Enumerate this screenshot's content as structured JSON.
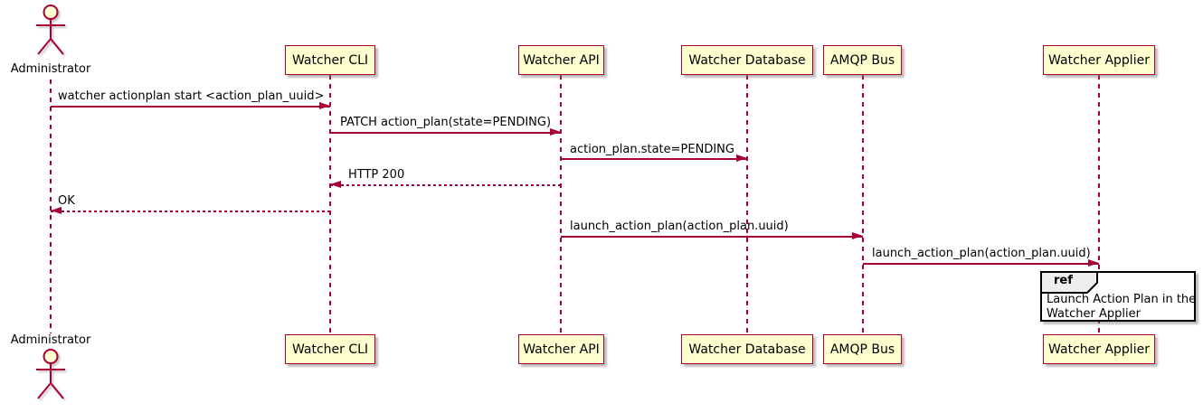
{
  "diagram": {
    "type": "sequence",
    "colors": {
      "participant_fill": "#FEFECE",
      "participant_border": "#A80036",
      "line": "#A80036",
      "text": "#000000",
      "ref_header_fill": "#EEEEEE",
      "ref_border": "#000000",
      "background": "#FFFFFF"
    },
    "actor": {
      "name": "Administrator"
    },
    "participants": [
      {
        "name": "Watcher CLI"
      },
      {
        "name": "Watcher API"
      },
      {
        "name": "Watcher Database"
      },
      {
        "name": "AMQP Bus"
      },
      {
        "name": "Watcher Applier"
      }
    ],
    "messages": [
      {
        "from": "Administrator",
        "to": "Watcher CLI",
        "label": "watcher actionplan start <action_plan_uuid>",
        "line": "solid"
      },
      {
        "from": "Watcher CLI",
        "to": "Watcher API",
        "label": "PATCH action_plan(state=PENDING)",
        "line": "solid"
      },
      {
        "from": "Watcher API",
        "to": "Watcher Database",
        "label": "action_plan.state=PENDING",
        "line": "solid"
      },
      {
        "from": "Watcher API",
        "to": "Watcher CLI",
        "label": "HTTP 200",
        "line": "dotted"
      },
      {
        "from": "Watcher CLI",
        "to": "Administrator",
        "label": "OK",
        "line": "dotted"
      },
      {
        "from": "Watcher API",
        "to": "AMQP Bus",
        "label": "launch_action_plan(action_plan.uuid)",
        "line": "solid"
      },
      {
        "from": "AMQP Bus",
        "to": "Watcher Applier",
        "label": "launch_action_plan(action_plan.uuid)",
        "line": "solid"
      }
    ],
    "ref": {
      "keyword": "ref",
      "line1": "Launch Action Plan in the",
      "line2": "Watcher Applier"
    }
  }
}
